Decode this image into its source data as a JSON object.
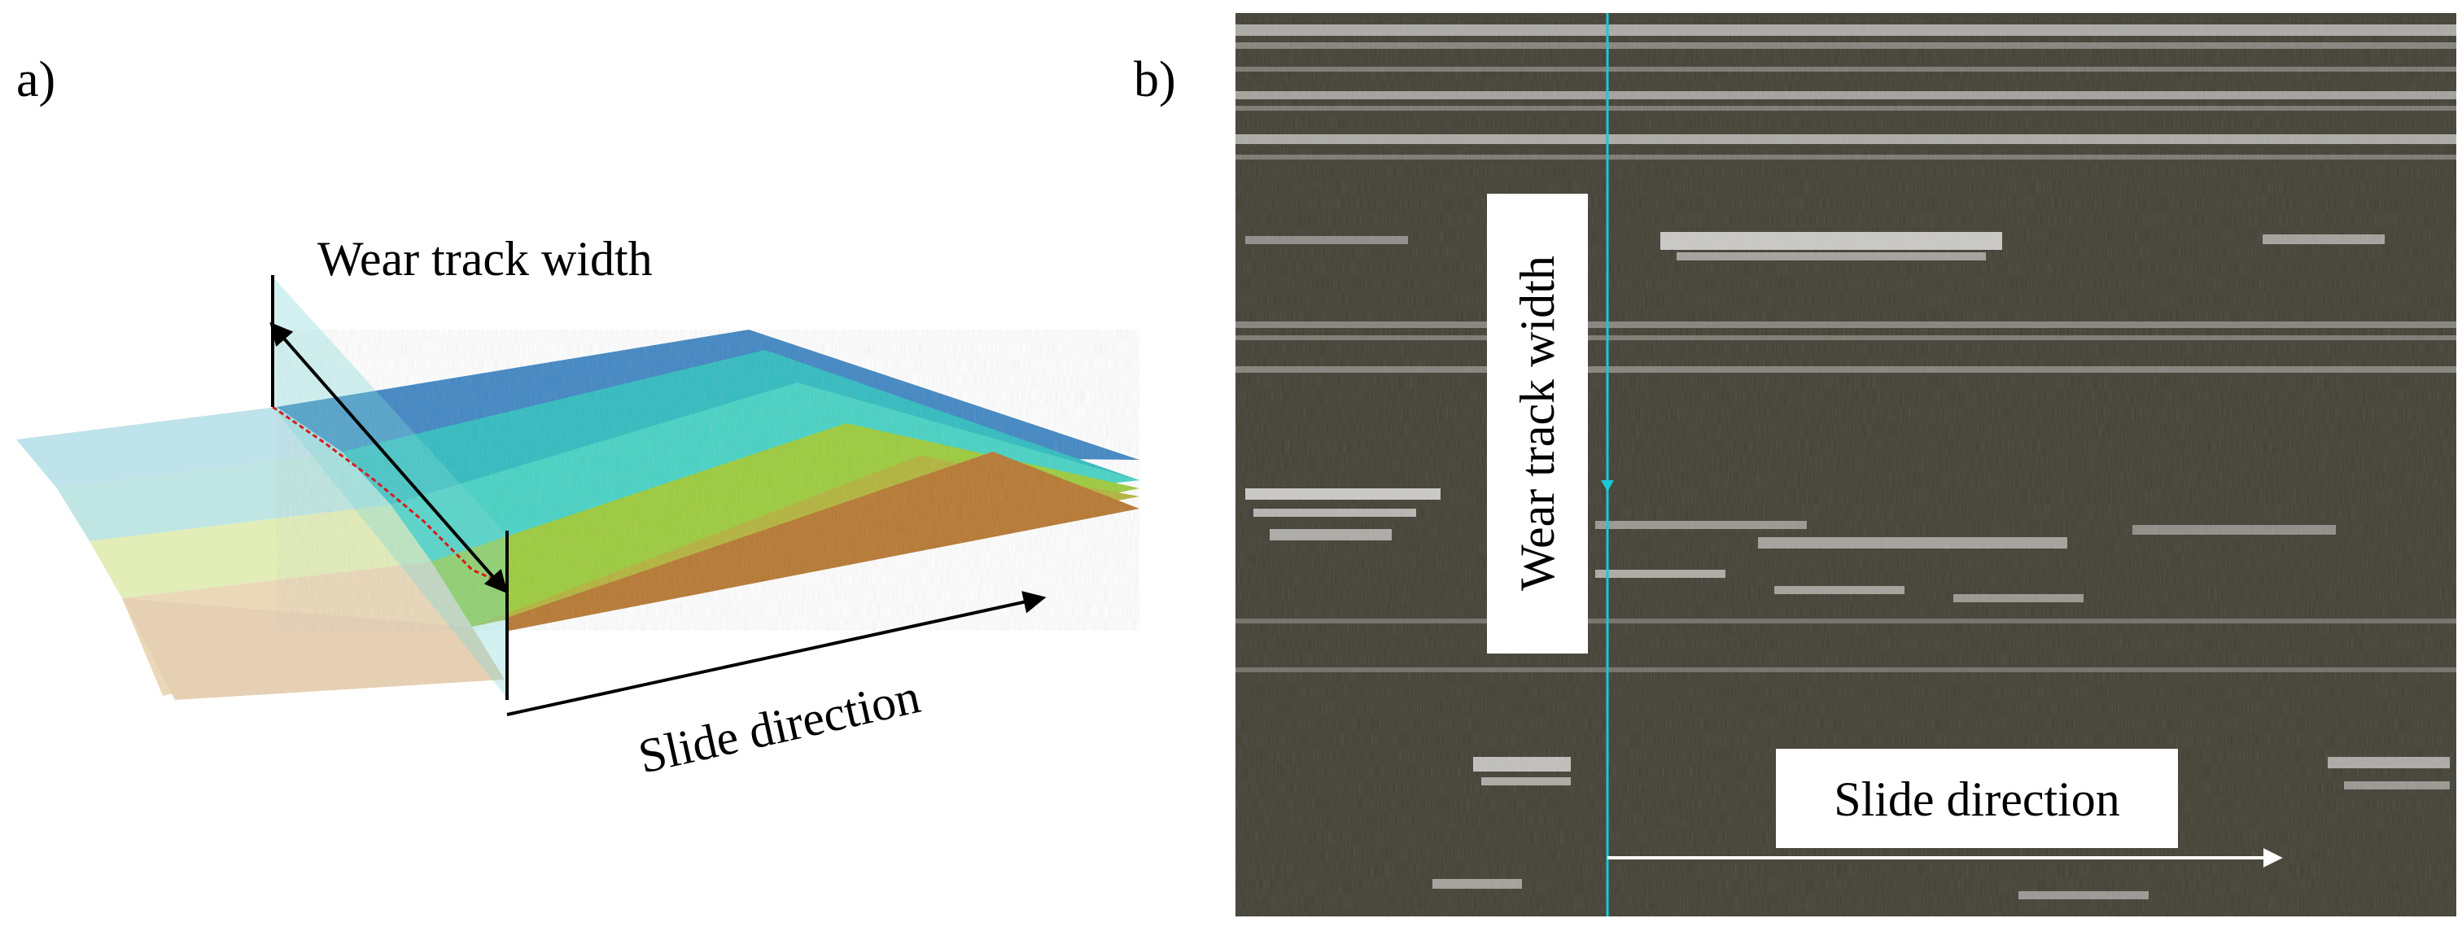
{
  "panel_a": {
    "label": "a)",
    "wear_track_width_label": "Wear track width",
    "slide_direction_label": "Slide direction"
  },
  "panel_b": {
    "label": "b)",
    "wear_track_width_label": "Wear track width",
    "slide_direction_label": "Slide direction"
  },
  "colors": {
    "micrograph_background": "#423f34",
    "scan_line": "#19c9d6",
    "stripe_blue": "#3f86c4",
    "stripe_teal": "#2fbcc0",
    "stripe_cyan": "#45d3c4",
    "stripe_green": "#9ccc3a",
    "stripe_olive": "#b3b43a",
    "stripe_orange": "#b7772f",
    "faded_tan": "#e6d0b4"
  }
}
